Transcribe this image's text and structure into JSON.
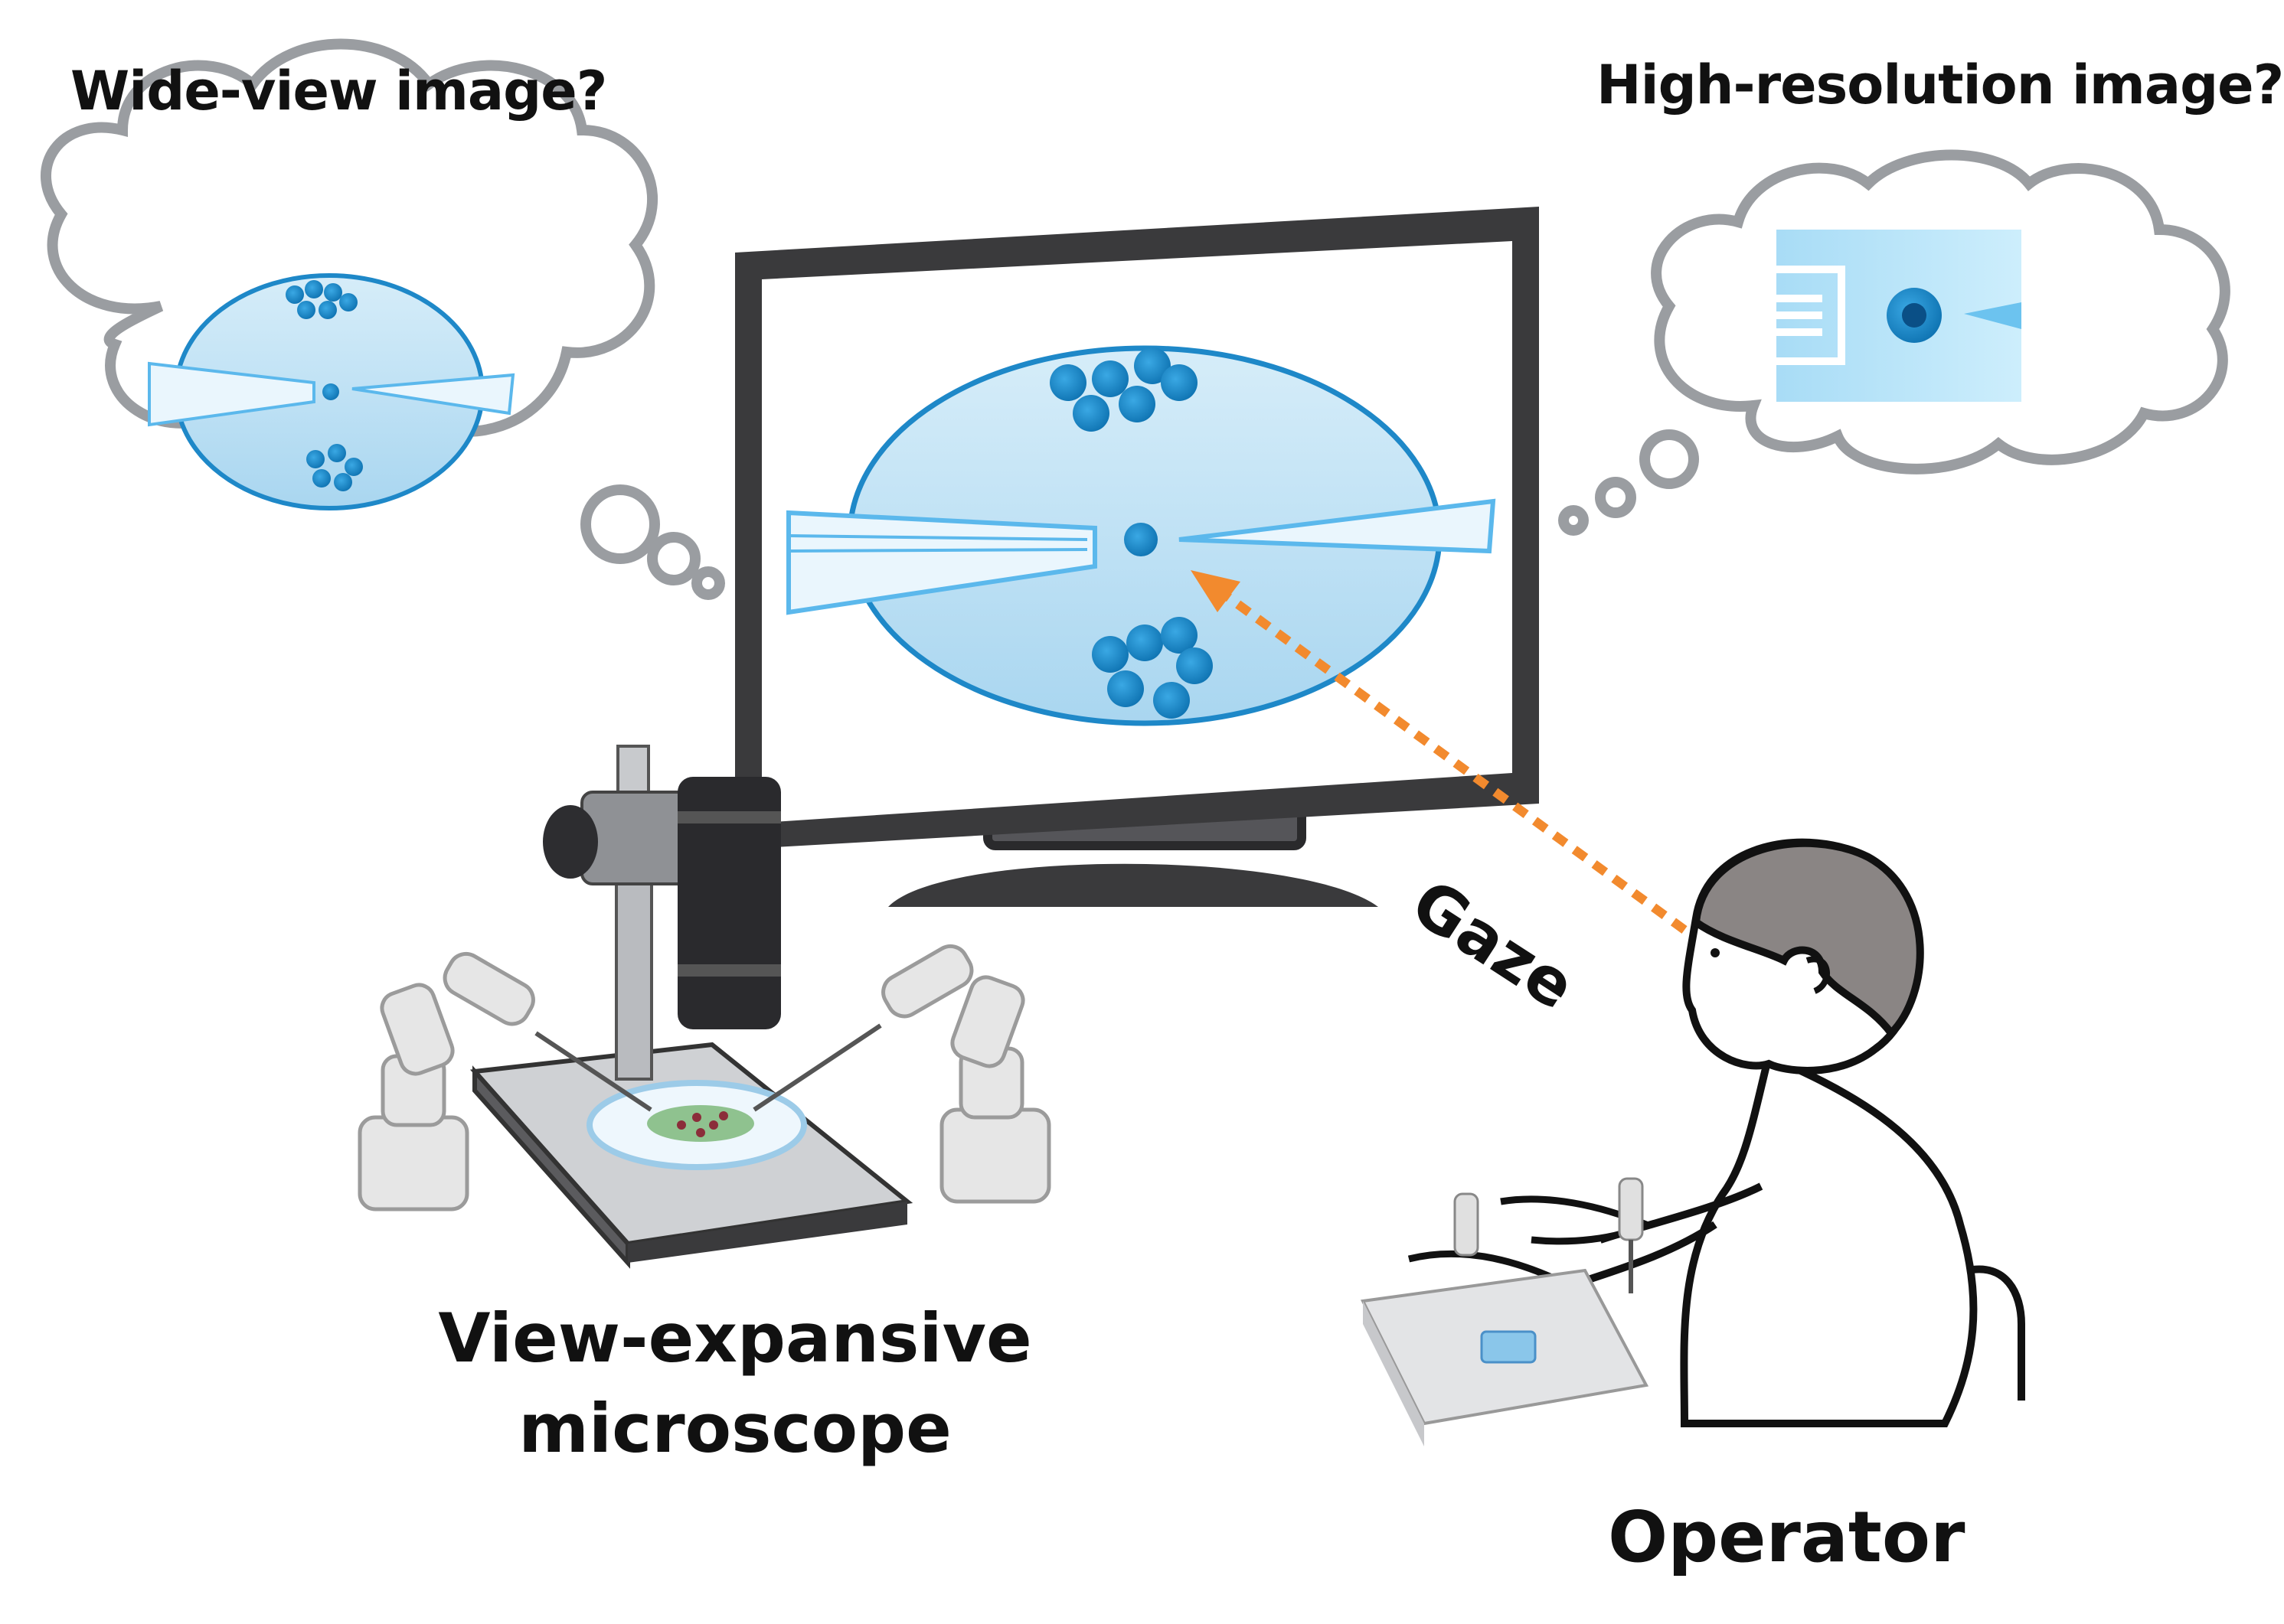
{
  "labels": {
    "wide_view": "Wide-view image?",
    "high_resolution": "High-resolution image?",
    "gaze": "Gaze",
    "microscope_line1": "View-expansive",
    "microscope_line2": "microscope",
    "operator": "Operator"
  },
  "colors": {
    "monitor_frame": "#3a3a3c",
    "dish_fill": "#b9def2",
    "dish_stroke": "#1e88c8",
    "cell_fill": "#1a8fd0",
    "pipette_fill": "#eaf6fd",
    "pipette_stroke": "#5bb8ec",
    "gaze_arrow": "#f28a2e",
    "cloud_stroke": "#9a9da1",
    "operator_hair": "#8a8584",
    "robot_arm": "#e6e6e6",
    "culture_medium": "#8fc28f"
  },
  "icons": {
    "monitor": "monitor-icon",
    "microscope": "microscope-icon",
    "robot_arm": "robot-arm-icon",
    "operator": "operator-person-icon",
    "joystick_controller": "joystick-controller-icon",
    "thought_cloud": "thought-cloud-icon"
  }
}
